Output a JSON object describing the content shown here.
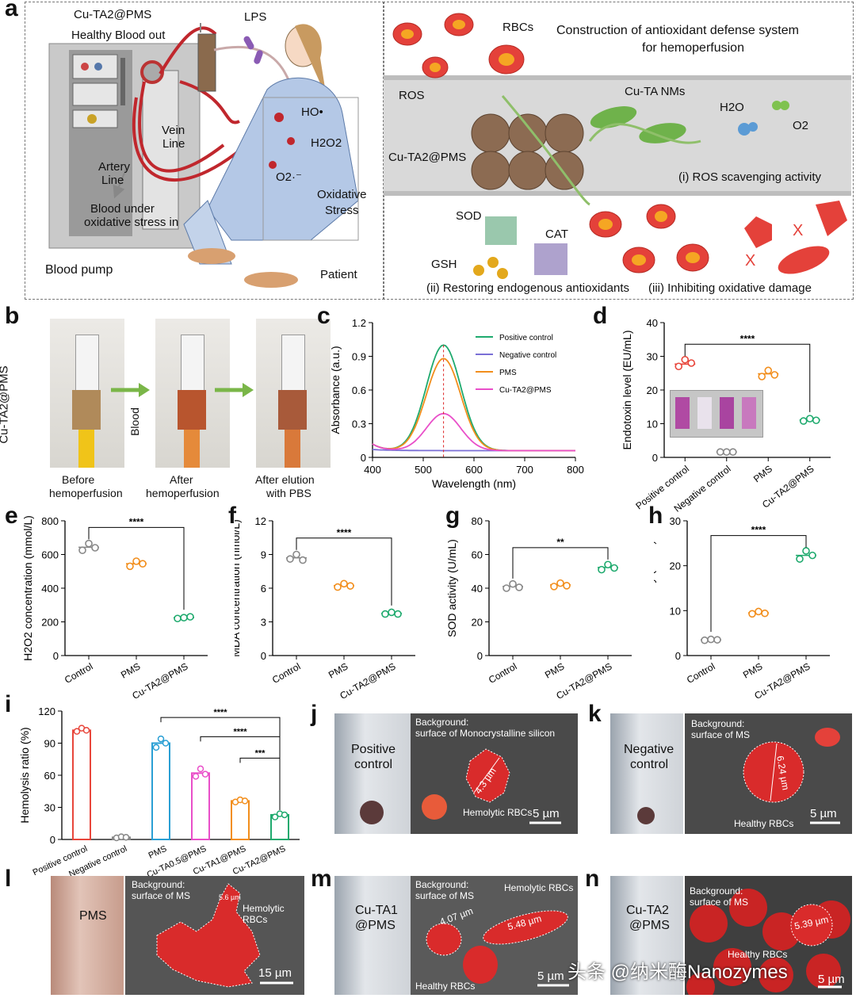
{
  "panel_a": {
    "letter": "a",
    "left_labels": {
      "cu_ta": "Cu-TA2@PMS",
      "healthy_out": "Healthy Blood out",
      "lps": "LPS",
      "vein": "Vein",
      "line1": "Line",
      "artery": "Artery",
      "line2": "Line",
      "blood_under": "Blood under",
      "oxidative_in": "oxidative stress in",
      "blood_pump": "Blood pump",
      "patient": "Patient",
      "ho": "HO•",
      "h2o2": "H2O2",
      "o2minus": "O2·⁻",
      "oxidative": "Oxidative",
      "stress": "Stress"
    },
    "right_labels": {
      "rbcs": "RBCs",
      "title1": "Construction of antioxidant defense system",
      "title2": "for hemoperfusion",
      "ros": "ROS",
      "cu_ta_nms": "Cu-TA NMs",
      "h2o": "H2O",
      "o2": "O2",
      "cu_ta_pms": "Cu-TA2@PMS",
      "ros_scav": "(i) ROS scavenging activity",
      "sod": "SOD",
      "cat": "CAT",
      "gsh": "GSH",
      "restoring": "(ii) Restoring endogenous antioxidants",
      "inhibiting": "(iii) Inhibiting oxidative damage",
      "x": "X"
    }
  },
  "panel_b": {
    "letter": "b",
    "side_label": "Cu-TA2@PMS",
    "arrow_label": "Blood",
    "captions": [
      [
        "Before",
        "hemoperfusion"
      ],
      [
        "After",
        "hemoperfusion"
      ],
      [
        "After elution",
        "with PBS"
      ]
    ]
  },
  "panel_letters": {
    "c": "c",
    "d": "d",
    "e": "e",
    "f": "f",
    "g": "g",
    "h": "h",
    "i": "i"
  },
  "chart_data": [
    {
      "id": "c",
      "type": "line",
      "xlabel": "Wavelength (nm)",
      "ylabel": "Absorbance (a.u.)",
      "xlim": [
        400,
        800
      ],
      "ylim": [
        0,
        1.2
      ],
      "xticks": [
        400,
        500,
        600,
        700,
        800
      ],
      "yticks": [
        0.0,
        0.3,
        0.6,
        0.9,
        1.2
      ],
      "series": [
        {
          "name": "Positive control",
          "color": "#1faa6e",
          "peak": 1.0
        },
        {
          "name": "Negative control",
          "color": "#7a6fd6",
          "peak": 0.0
        },
        {
          "name": "PMS",
          "color": "#f28e1c",
          "peak": 0.88
        },
        {
          "name": "Cu-TA2@PMS",
          "color": "#e94fc9",
          "peak": 0.39
        }
      ],
      "peak_x": 540,
      "baseline_y": 0.06
    },
    {
      "id": "d",
      "type": "scatter",
      "ylabel": "Endotoxin level (EU/mL)",
      "ylim": [
        0,
        40
      ],
      "yticks": [
        0,
        10,
        20,
        30,
        40
      ],
      "categories": [
        "Positive control",
        "Negative control",
        "PMS",
        "Cu-TA2@PMS"
      ],
      "colors": [
        "#e8463b",
        "#888888",
        "#f28e1c",
        "#1faa6e"
      ],
      "points": [
        [
          27,
          29,
          28
        ],
        [
          1.6,
          1.6,
          1.6
        ],
        [
          24,
          25.8,
          24.5
        ],
        [
          10.8,
          11.5,
          11
        ]
      ],
      "means": [
        27.7,
        1.6,
        24.8,
        11.1
      ],
      "sig": {
        "from": 0,
        "to": 3,
        "label": "****"
      }
    },
    {
      "id": "e",
      "type": "scatter",
      "ylabel": "H2O2 concentration (mmol/L)",
      "ylim": [
        0,
        800
      ],
      "yticks": [
        0,
        200,
        400,
        600,
        800
      ],
      "categories": [
        "Control",
        "PMS",
        "Cu-TA2@PMS"
      ],
      "colors": [
        "#888888",
        "#f28e1c",
        "#1faa6e"
      ],
      "points": [
        [
          625,
          665,
          640
        ],
        [
          530,
          560,
          545
        ],
        [
          220,
          225,
          230
        ]
      ],
      "means": [
        643,
        545,
        225
      ],
      "sig": {
        "from": 0,
        "to": 2,
        "label": "****"
      }
    },
    {
      "id": "f",
      "type": "scatter",
      "ylabel": "MDA concentration (nmol/L)",
      "ylim": [
        0,
        12
      ],
      "yticks": [
        0,
        3,
        6,
        9,
        12
      ],
      "categories": [
        "Control",
        "PMS",
        "Cu-TA2@PMS"
      ],
      "colors": [
        "#888888",
        "#f28e1c",
        "#1faa6e"
      ],
      "points": [
        [
          8.6,
          9.0,
          8.5
        ],
        [
          6.1,
          6.4,
          6.2
        ],
        [
          3.7,
          3.85,
          3.7
        ]
      ],
      "means": [
        8.7,
        6.23,
        3.75
      ],
      "sig": {
        "from": 0,
        "to": 2,
        "label": "****"
      }
    },
    {
      "id": "g",
      "type": "scatter",
      "ylabel": "SOD activity (U/mL)",
      "ylim": [
        0,
        80
      ],
      "yticks": [
        0,
        20,
        40,
        60,
        80
      ],
      "categories": [
        "Control",
        "PMS",
        "Cu-TA2@PMS"
      ],
      "colors": [
        "#888888",
        "#f28e1c",
        "#1faa6e"
      ],
      "points": [
        [
          40,
          42.5,
          40.5
        ],
        [
          41,
          43,
          41.5
        ],
        [
          51,
          54,
          52
        ]
      ],
      "means": [
        41,
        42,
        52.3
      ],
      "sig": {
        "from": 0,
        "to": 2,
        "label": "**"
      }
    },
    {
      "id": "h",
      "type": "scatter",
      "ylabel": "CAT activity (U/mL)",
      "ylim": [
        0,
        30
      ],
      "yticks": [
        0,
        10,
        20,
        30
      ],
      "categories": [
        "Control",
        "PMS",
        "Cu-TA2@PMS"
      ],
      "colors": [
        "#888888",
        "#f28e1c",
        "#1faa6e"
      ],
      "points": [
        [
          3.4,
          3.6,
          3.5
        ],
        [
          9.3,
          9.8,
          9.4
        ],
        [
          21.5,
          23.3,
          22.3
        ]
      ],
      "means": [
        3.5,
        9.5,
        22.3
      ],
      "sig": {
        "from": 0,
        "to": 2,
        "label": "****"
      }
    },
    {
      "id": "i",
      "type": "bar",
      "ylabel": "Hemolysis ratio (%)",
      "ylim": [
        0,
        120
      ],
      "yticks": [
        0,
        30,
        60,
        90,
        120
      ],
      "categories": [
        "Positive control",
        "Negative control",
        "PMS",
        "Cu-TA0.5@PMS",
        "Cu-TA1@PMS",
        "Cu-TA2@PMS"
      ],
      "colors": [
        "#e8463b",
        "#888888",
        "#2a9fd4",
        "#e94fc9",
        "#f28e1c",
        "#1faa6e"
      ],
      "values": [
        102,
        2,
        90,
        62,
        36,
        23
      ],
      "points": [
        [
          101,
          104,
          102
        ],
        [
          1.5,
          2.5,
          2
        ],
        [
          86,
          94,
          90
        ],
        [
          59,
          66,
          61
        ],
        [
          35,
          37,
          36
        ],
        [
          21,
          24,
          23
        ]
      ],
      "sig": [
        {
          "from": 2,
          "to": 5,
          "label": "****",
          "level": 114
        },
        {
          "from": 3,
          "to": 5,
          "label": "****",
          "level": 96
        },
        {
          "from": 4,
          "to": 5,
          "label": "***",
          "level": 76
        }
      ]
    }
  ],
  "panel_j": {
    "letter": "j",
    "vial_label": [
      "Positive",
      "control"
    ],
    "bg1": "Background:",
    "bg2": "surface of Monocrystalline silicon",
    "measure": "4.3 µm",
    "cell_label": "Hemolytic RBCs",
    "scale": "5 µm"
  },
  "panel_k": {
    "letter": "k",
    "vial_label": [
      "Negative",
      "control"
    ],
    "bg1": "Background:",
    "bg2": "surface of MS",
    "measure": "6.24 µm",
    "cell_label": "Healthy RBCs",
    "scale": "5 µm"
  },
  "panel_l": {
    "letter": "l",
    "vial_label": [
      "PMS"
    ],
    "bg1": "Background:",
    "bg2": "surface of MS",
    "measure": "5.6 µm",
    "cell_label": "Hemolytic RBCs",
    "scale": "15 µm"
  },
  "panel_m": {
    "letter": "m",
    "vial_label": [
      "Cu-TA1",
      "@PMS"
    ],
    "bg1": "Background:",
    "bg2": "surface of MS",
    "measure1": "4.07 µm",
    "measure2": "5.48 µm",
    "cell_label1": "Hemolytic RBCs",
    "cell_label2": "Healthy RBCs",
    "scale": "5 µm"
  },
  "panel_n": {
    "letter": "n",
    "vial_label": [
      "Cu-TA2",
      "@PMS"
    ],
    "bg1": "Background:",
    "bg2": "surface of MS",
    "measure": "5.39 µm",
    "cell_label": "Healthy RBCs",
    "scale": "5 µm"
  },
  "watermark": "头条 @纳米酶Nanozymes"
}
